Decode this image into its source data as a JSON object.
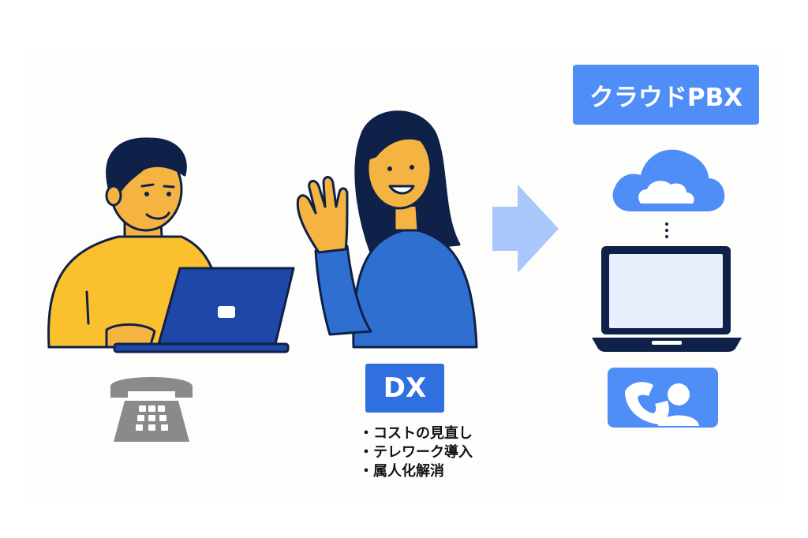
{
  "cloud_pbx_label": "クラウドPBX",
  "dx_label": "DX",
  "dx_points": [
    "・コストの見直し",
    "・テレワーク導入",
    "・属人化解消"
  ],
  "colors": {
    "badge_blue": "#4f8ef7",
    "dx_blue": "#2f6fe0",
    "arrow_blue": "#a9c7fb",
    "navy": "#0f2149",
    "shirt_yellow": "#fbc02d",
    "shirt_blue": "#2f6fd0",
    "phone_gray": "#8a8a8a"
  },
  "icons": [
    "laptop-icon",
    "desk-phone-icon",
    "cloud-icon",
    "call-user-icon",
    "arrow-right-icon"
  ]
}
